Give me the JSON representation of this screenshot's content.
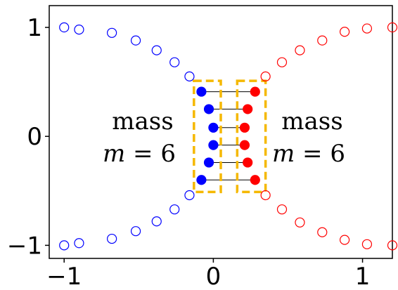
{
  "chart_data": {
    "type": "scatter",
    "title": "",
    "xlabel": "",
    "ylabel": "",
    "xlim": [
      -1.1,
      1.2
    ],
    "ylim": [
      -1.12,
      1.2
    ],
    "xticks": [
      {
        "value": -1,
        "label": "−1"
      },
      {
        "value": 0,
        "label": "0"
      },
      {
        "value": 1,
        "label": "1"
      }
    ],
    "yticks": [
      {
        "value": 1,
        "label": "1"
      },
      {
        "value": 0,
        "label": "0"
      },
      {
        "value": -1,
        "label": "−1"
      }
    ],
    "grid": false,
    "series": [
      {
        "color": "#0000ff",
        "marker": "open-circle",
        "points": [
          [
            -1.0,
            1.0
          ],
          [
            -0.9,
            0.98
          ],
          [
            -0.68,
            0.95
          ],
          [
            -0.52,
            0.88
          ],
          [
            -0.38,
            0.79
          ],
          [
            -0.26,
            0.68
          ],
          [
            -0.16,
            0.55
          ],
          [
            -1.0,
            -1.0
          ],
          [
            -0.9,
            -0.98
          ],
          [
            -0.68,
            -0.94
          ],
          [
            -0.52,
            -0.87
          ],
          [
            -0.38,
            -0.78
          ],
          [
            -0.26,
            -0.67
          ],
          [
            -0.16,
            -0.54
          ]
        ]
      },
      {
        "color": "#ff0000",
        "marker": "open-circle",
        "points": [
          [
            1.2,
            1.0
          ],
          [
            1.03,
            0.99
          ],
          [
            0.88,
            0.96
          ],
          [
            0.73,
            0.88
          ],
          [
            0.58,
            0.79
          ],
          [
            0.46,
            0.68
          ],
          [
            0.35,
            0.55
          ],
          [
            1.2,
            -1.0
          ],
          [
            1.03,
            -0.99
          ],
          [
            0.88,
            -0.95
          ],
          [
            0.73,
            -0.88
          ],
          [
            0.58,
            -0.79
          ],
          [
            0.46,
            -0.67
          ],
          [
            0.35,
            -0.54
          ]
        ]
      },
      {
        "color": "#0000ff",
        "marker": "filled-circle",
        "points": [
          [
            -0.08,
            0.41
          ],
          [
            -0.03,
            0.25
          ],
          [
            0.0,
            0.08
          ],
          [
            0.0,
            -0.08
          ],
          [
            -0.03,
            -0.24
          ],
          [
            -0.08,
            -0.4
          ]
        ]
      },
      {
        "color": "#ff0000",
        "marker": "filled-circle",
        "points": [
          [
            0.28,
            0.41
          ],
          [
            0.23,
            0.25
          ],
          [
            0.21,
            0.08
          ],
          [
            0.21,
            -0.08
          ],
          [
            0.23,
            -0.24
          ],
          [
            0.28,
            -0.4
          ]
        ]
      }
    ],
    "links": [
      [
        [
          -0.08,
          0.41
        ],
        [
          0.28,
          0.41
        ]
      ],
      [
        [
          -0.03,
          0.25
        ],
        [
          0.23,
          0.25
        ]
      ],
      [
        [
          0.0,
          0.08
        ],
        [
          0.21,
          0.08
        ]
      ],
      [
        [
          0.0,
          -0.08
        ],
        [
          0.21,
          -0.08
        ]
      ],
      [
        [
          -0.03,
          -0.24
        ],
        [
          0.23,
          -0.24
        ]
      ],
      [
        [
          -0.08,
          -0.4
        ],
        [
          0.28,
          -0.4
        ]
      ]
    ],
    "boxes": [
      {
        "x": [
          -0.13,
          0.05
        ],
        "y": [
          -0.51,
          0.51
        ],
        "color": "#f5b800",
        "style": "dashed"
      },
      {
        "x": [
          0.16,
          0.35
        ],
        "y": [
          -0.51,
          0.51
        ],
        "color": "#f5b800",
        "style": "dashed"
      }
    ],
    "annotations": [
      {
        "side": "left",
        "line1": "mass",
        "line2_var": "m",
        "line2_rest": " = 6"
      },
      {
        "side": "right",
        "line1": "mass",
        "line2_var": "m",
        "line2_rest": " = 6"
      }
    ]
  }
}
